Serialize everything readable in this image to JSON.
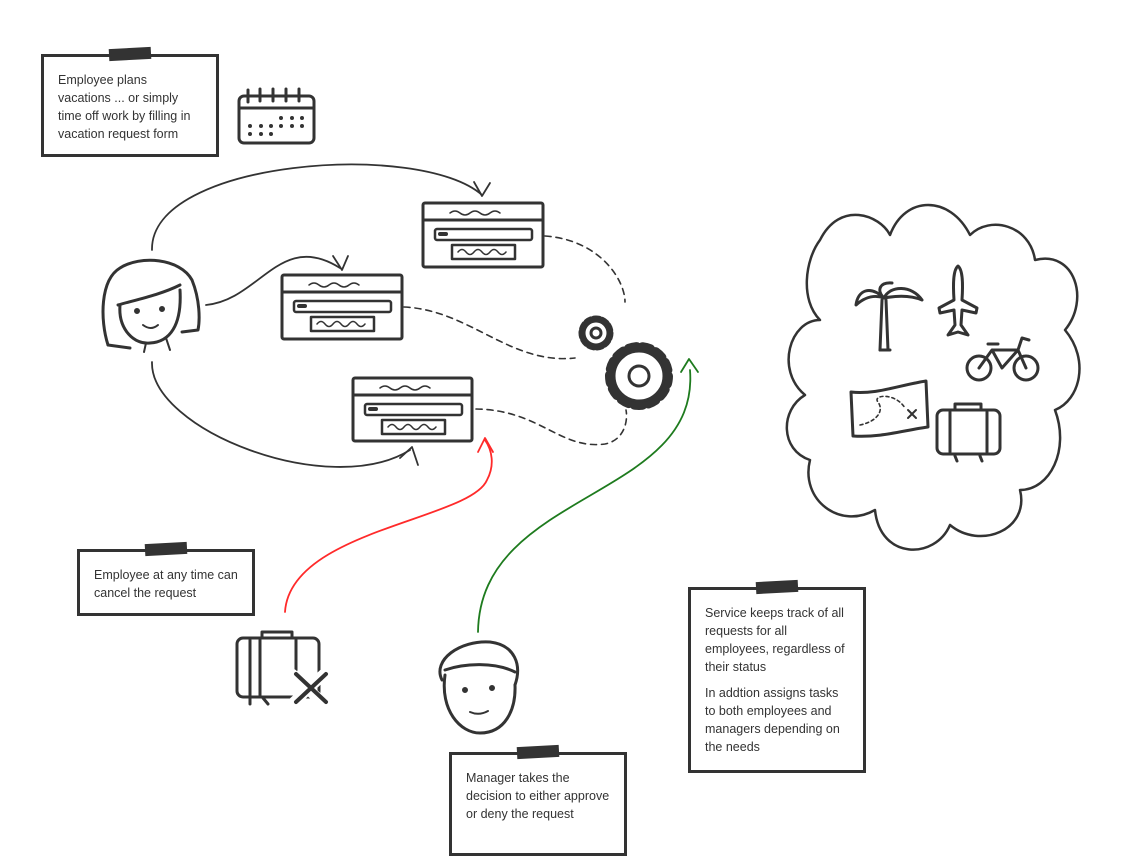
{
  "notes": {
    "employee_plans": {
      "text": "Employee plans vacations ... or simply time off work by filling in vacation request form"
    },
    "employee_cancel": {
      "text": "Employee at any time can cancel the request"
    },
    "service": {
      "paragraph1": "Service keeps track of all requests for all employees, regardless of their status",
      "paragraph2": "In addtion assigns tasks to both employees and managers depending on the needs"
    },
    "manager": {
      "text": "Manager takes the decision to either approve or deny the request"
    }
  },
  "colors": {
    "ink": "#333333",
    "cancel_arrow": "#ff2a2a",
    "approve_arrow": "#1e7b1e"
  }
}
